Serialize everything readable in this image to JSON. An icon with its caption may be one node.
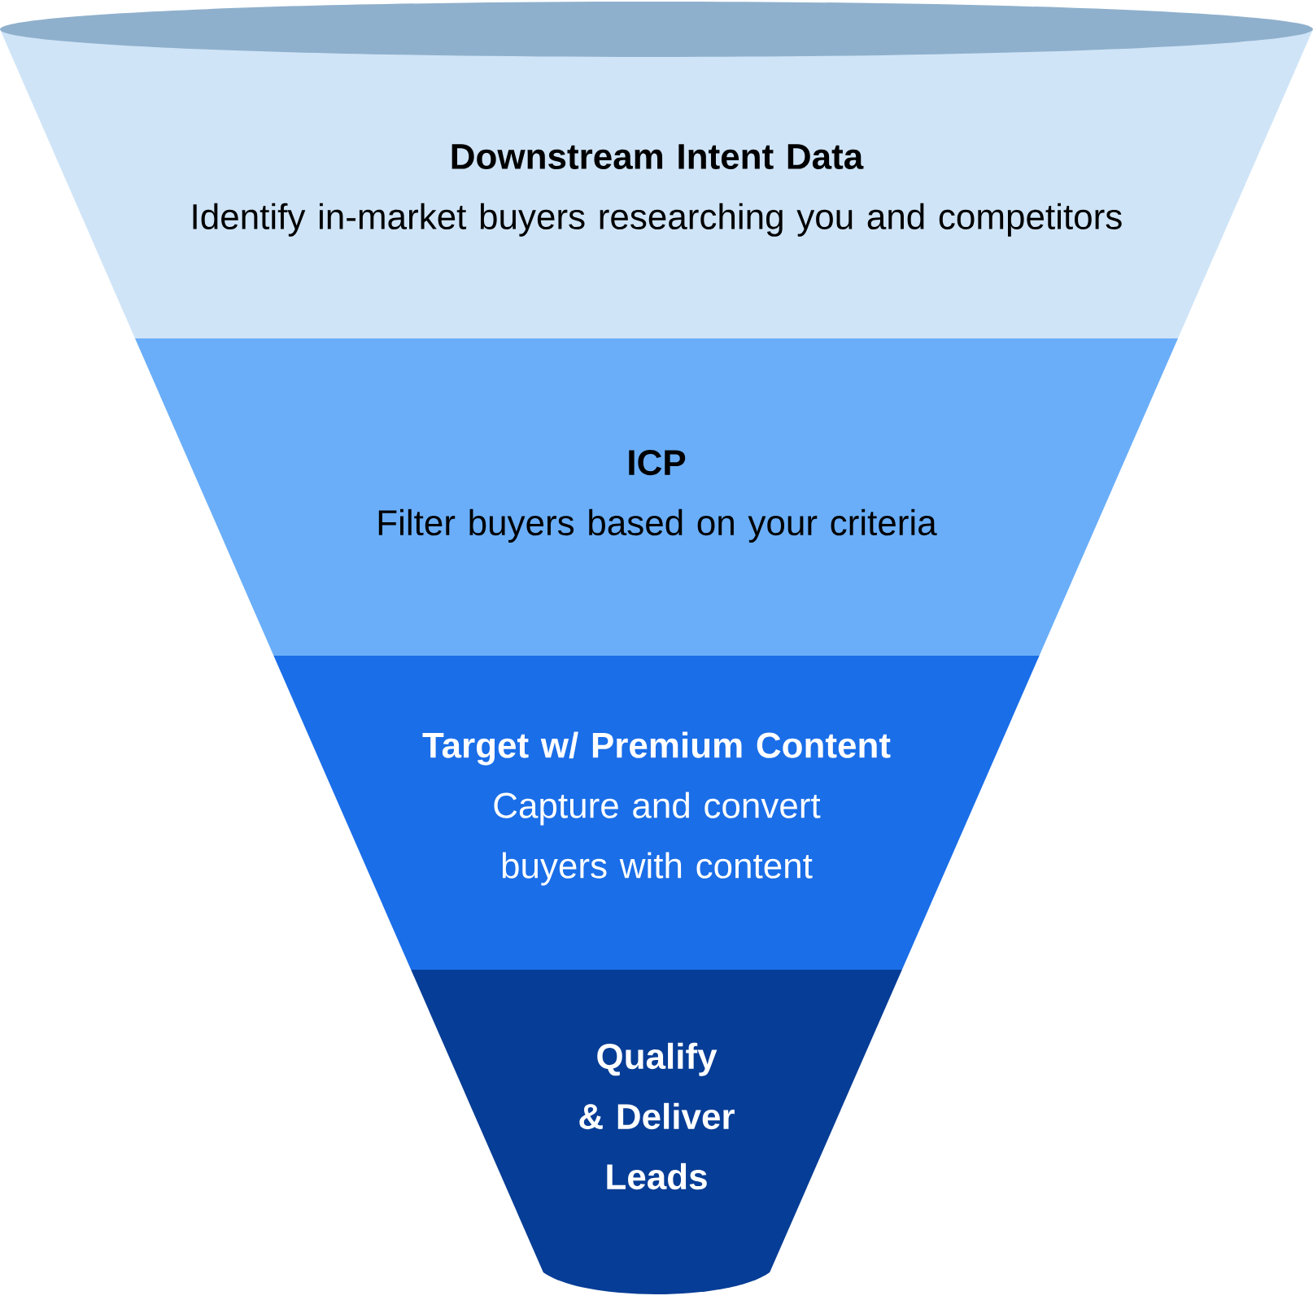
{
  "diagram": {
    "nodes": [
      {
        "text": [
          "Downstream Intent Data",
          "Identify in-market buyers researching you and competitors"
        ]
      },
      {
        "text": [
          "ICP",
          "Filter buyers based on your criteria"
        ]
      },
      {
        "text": [
          "Target w/ Premium Content",
          "Capture and convert buyers with content"
        ]
      },
      {
        "text": [
          "Qualify & Deliver Leads"
        ]
      }
    ]
  }
}
